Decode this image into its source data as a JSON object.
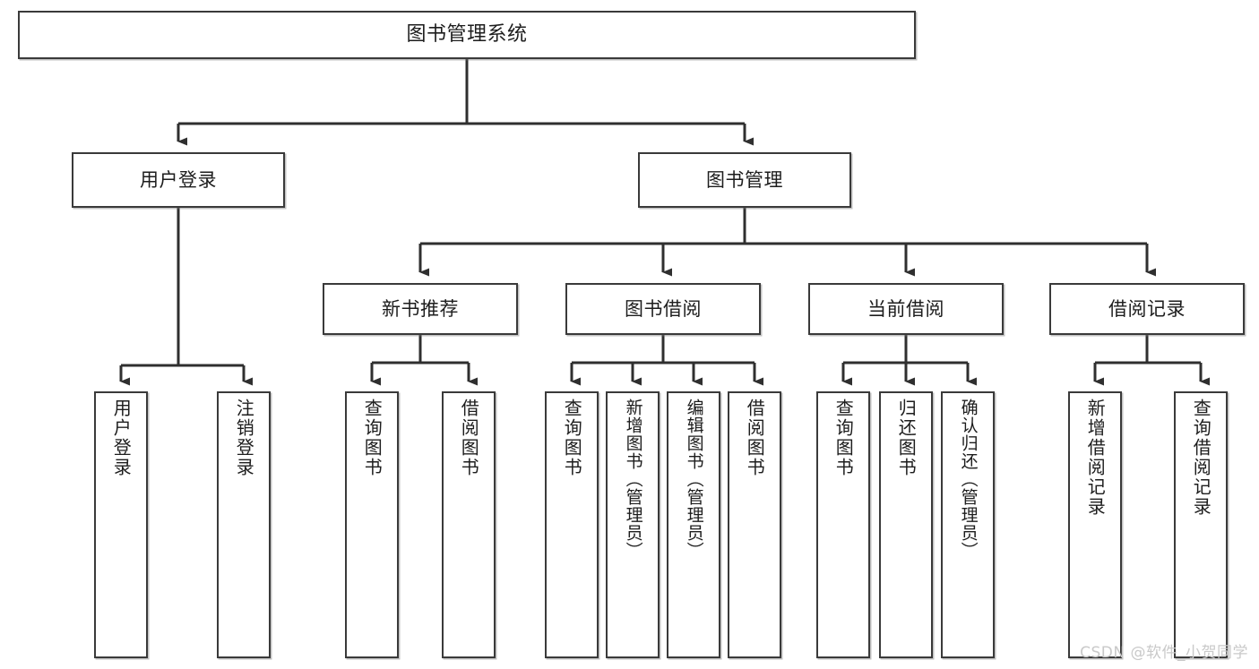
{
  "diagram": {
    "title": "图书管理系统",
    "type": "tree",
    "orientation": "top-down",
    "watermark": "CSDN @软件_小贺同学",
    "colors": {
      "background": "#ffffff",
      "box_border": "#3a3a3a",
      "box_fill": "#ffffff",
      "text": "#1d1d1d",
      "connector": "#2f2f2f",
      "watermark": "#c9c9c9"
    },
    "nodes": {
      "root": {
        "label": "图书管理系统",
        "level": 1
      },
      "level2": [
        {
          "id": "user-login",
          "label": "用户登录"
        },
        {
          "id": "book-management",
          "label": "图书管理"
        }
      ],
      "level3": [
        {
          "id": "new-book-recommend",
          "label": "新书推荐"
        },
        {
          "id": "book-borrow",
          "label": "图书借阅"
        },
        {
          "id": "current-borrow",
          "label": "当前借阅"
        },
        {
          "id": "borrow-record",
          "label": "借阅记录"
        }
      ],
      "leaves": {
        "user-login": [
          {
            "id": "leaf-user-login",
            "label": "用户登录"
          },
          {
            "id": "leaf-user-logout",
            "label": "注销登录"
          }
        ],
        "new-book-recommend": [
          {
            "id": "leaf-query-book-1",
            "label": "查询图书"
          },
          {
            "id": "leaf-borrow-book-1",
            "label": "借阅图书"
          }
        ],
        "book-borrow": [
          {
            "id": "leaf-query-book-2",
            "label": "查询图书"
          },
          {
            "id": "leaf-add-book",
            "label": "新增图书（管理员）"
          },
          {
            "id": "leaf-edit-book",
            "label": "编辑图书（管理员）"
          },
          {
            "id": "leaf-borrow-book-2",
            "label": "借阅图书"
          }
        ],
        "current-borrow": [
          {
            "id": "leaf-query-book-3",
            "label": "查询图书"
          },
          {
            "id": "leaf-return-book",
            "label": "归还图书"
          },
          {
            "id": "leaf-confirm-return",
            "label": "确认归还（管理员）"
          }
        ],
        "borrow-record": [
          {
            "id": "leaf-add-record",
            "label": "新增借阅记录"
          },
          {
            "id": "leaf-query-record",
            "label": "查询借阅记录"
          }
        ]
      }
    }
  }
}
